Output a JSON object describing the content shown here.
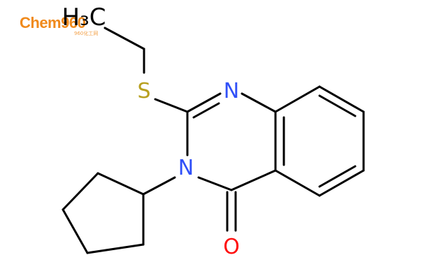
{
  "watermark": {
    "text": "Chem960",
    "subtitle": "960化工网",
    "color": "#f08a1c"
  },
  "molecule": {
    "bond_color": "#000000",
    "nitrogen_color": "#3050f8",
    "sulfur_color": "#b8a020",
    "oxygen_color": "#ff0d0d",
    "atoms": {
      "methyl": "H₃C",
      "sulfur": "S",
      "n1": "N",
      "n3": "N",
      "oxygen": "O"
    }
  }
}
